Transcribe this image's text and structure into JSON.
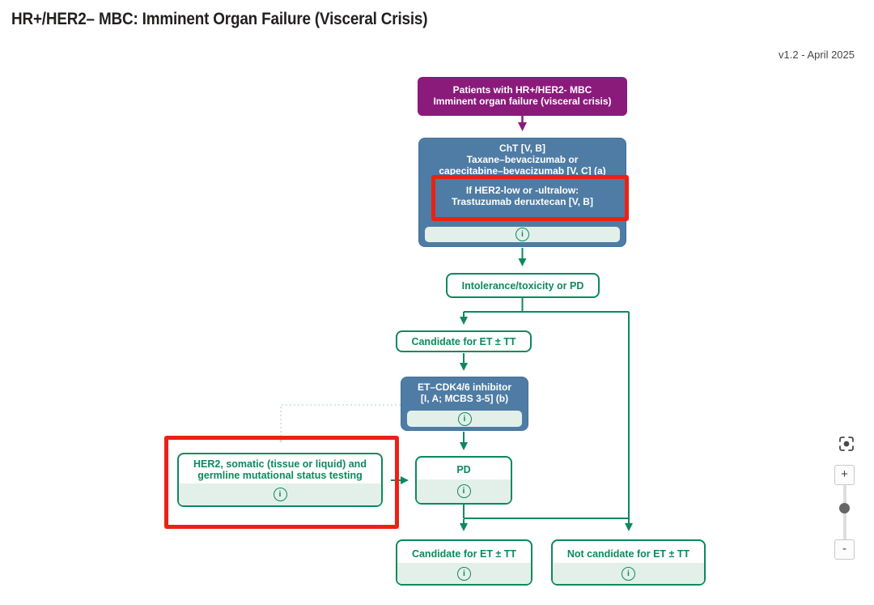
{
  "header": {
    "title": "HR+/HER2– MBC: Imminent Organ Failure (Visceral Crisis)",
    "version": "v1.2 - April 2025"
  },
  "colors": {
    "purple": "#8A1B7B",
    "blue": "#4E7CA5",
    "green": "#0B8A5C",
    "mint": "#E3F0E9",
    "highlight_red": "#ED2015",
    "dotted_connector": "#C9DFD5"
  },
  "nodes": {
    "start": {
      "line1": "Patients with HR+/HER2- MBC",
      "line2": "Imminent organ failure (visceral crisis)"
    },
    "cht": {
      "line1": "ChT [V, B]",
      "line2": "Taxane–bevacizumab or",
      "line3": "capecitabine–bevacizumab [V, C] (a)"
    },
    "cht_highlight": {
      "line1": "If HER2-low or -ultralow:",
      "line2": "Trastuzumab deruxtecan [V, B]"
    },
    "intolerance": {
      "label": "Intolerance/toxicity or PD"
    },
    "candidate_top": {
      "label": "Candidate for ET ± TT"
    },
    "et_cdk46": {
      "line1": "ET–CDK4/6 inhibitor",
      "line2": "[I, A; MCBS 3-5] (b)"
    },
    "pd": {
      "label": "PD"
    },
    "her2_testing": {
      "line1": "HER2, somatic (tissue or liquid) and",
      "line2": "germline mutational status testing"
    },
    "candidate_bottom": {
      "label": "Candidate for ET ± TT"
    },
    "not_candidate": {
      "label": "Not candidate for ET ± TT"
    }
  },
  "icons": {
    "info": "i",
    "zoom_in": "+",
    "zoom_out": "-"
  }
}
